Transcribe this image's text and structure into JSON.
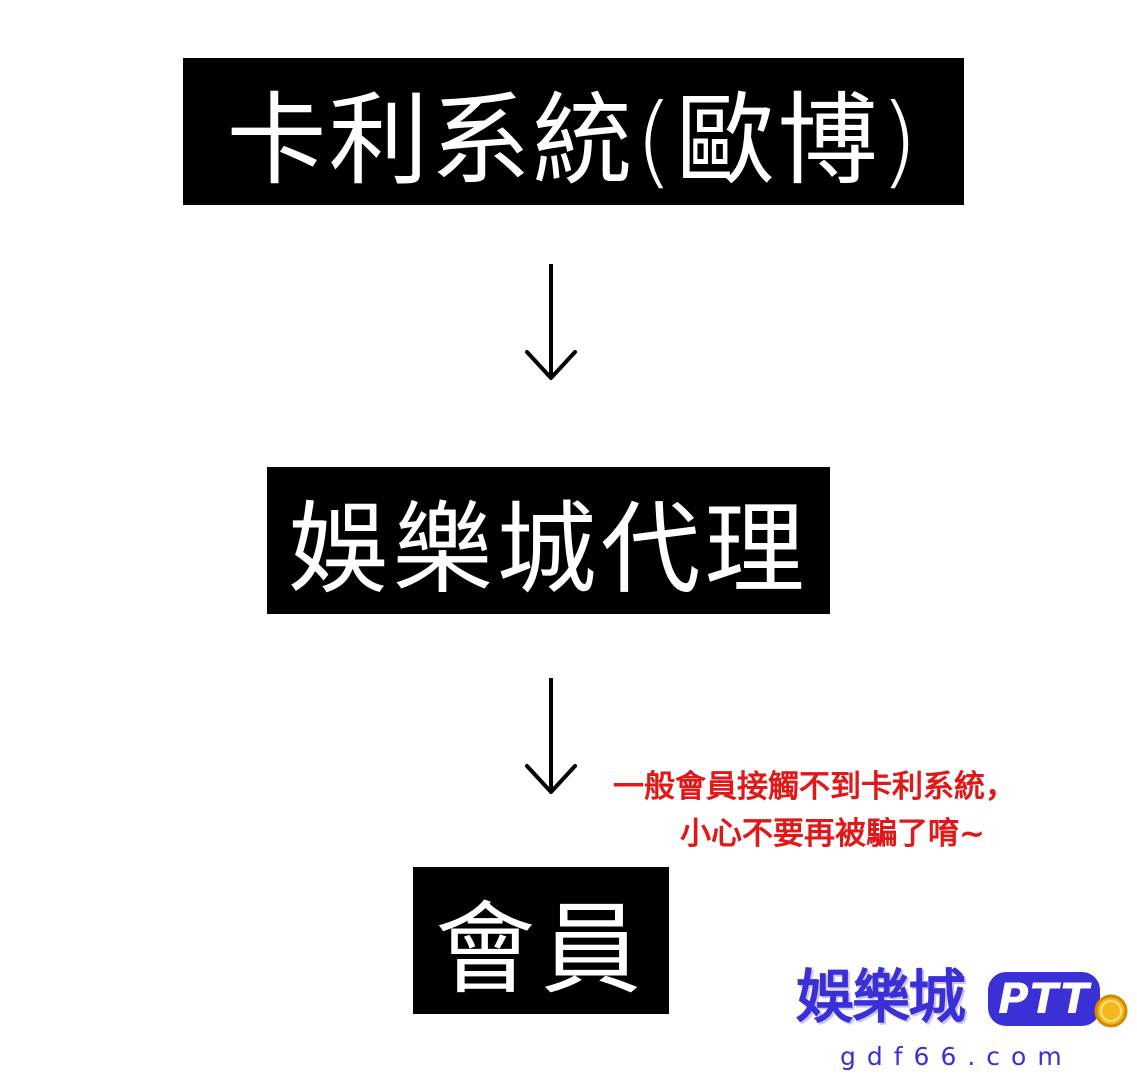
{
  "nodes": [
    {
      "label": "卡利系統(歐博)"
    },
    {
      "label": "娛樂城代理"
    },
    {
      "label": "會員"
    }
  ],
  "note": {
    "line1": "一般會員接觸不到卡利系統，",
    "line2": "小心不要再被騙了唷~",
    "color": "#e01818"
  },
  "logo": {
    "brand_cn": "娛樂城",
    "brand_ptt": "PTT",
    "url": "gdf66.com",
    "color": "#3b2fd6"
  }
}
